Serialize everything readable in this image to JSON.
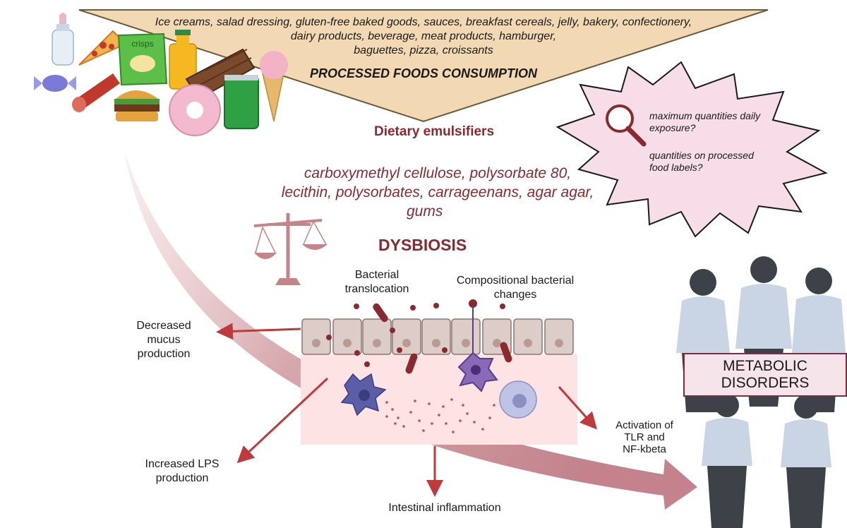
{
  "foods": {
    "list_line1": "Ice creams, salad dressing, gluten-free baked goods, sauces, breakfast cereals, jelly, bakery, confectionery,",
    "list_line2": "dairy products, beverage, meat products, hamburger,",
    "list_line3": "baguettes, pizza, croissants",
    "title": "PROCESSED FOODS CONSUMPTION",
    "crisps_label": "crisps"
  },
  "emulsifiers": {
    "heading": "Dietary emulsifiers",
    "line1": "carboxymethyl cellulose, polysorbate 80,",
    "line2": "lecithin, polysorbates, carrageenans, agar agar,",
    "line3": "gums"
  },
  "questions": {
    "q1_line1": "maximum quantities  daily",
    "q1_line2": "exposure?",
    "q2_line1": "quantities on processed",
    "q2_line2": "food labels?"
  },
  "dysbiosis": {
    "label": "DYSBIOSIS"
  },
  "labels": {
    "translocation_line1": "Bacterial",
    "translocation_line2": "translocation",
    "compositional_line1": "Compositional bacterial",
    "compositional_line2": "changes",
    "mucus_line1": "Decreased",
    "mucus_line2": "mucus",
    "mucus_line3": "production",
    "lps_line1": "Increased LPS",
    "lps_line2": "production",
    "inflammation": "Intestinal inflammation",
    "tlr_line1": "Activation of",
    "tlr_line2": "TLR and",
    "tlr_line3": "NF-kbeta"
  },
  "metabolic": {
    "line1": "METABOLIC",
    "line2": "DISORDERS"
  },
  "colors": {
    "accent_red": "#8b2a2e",
    "arrow_red": "#c0393b",
    "triangle_fill": "#f2d9b4",
    "starburst_fill": "#f6dde8",
    "tissue_pink": "#fde3e3",
    "person_shirt": "#c9d4e4",
    "person_dark": "#3d4148"
  }
}
